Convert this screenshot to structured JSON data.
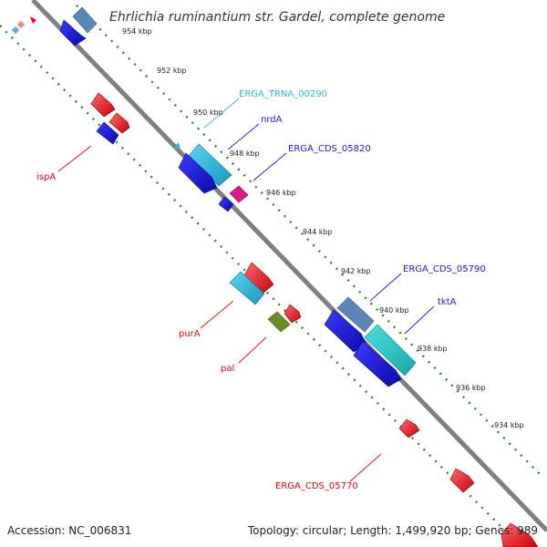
{
  "title": "Ehrlichia ruminantium str. Gardel, complete genome",
  "footer": {
    "accession": "Accession: NC_006831",
    "topology": "Topology: circular; Length: 1,499,920 bp; Genes: 989"
  },
  "colors": {
    "backbone": "#7f7f7f",
    "tick_track": "#228822",
    "red": "#e8000a",
    "blue": "#1a1ad8",
    "steel": "#5a86b8",
    "cyan": "#2ab8dc",
    "teal": "#2ac8c8",
    "olive": "#6a8c24",
    "magenta": "#e0188a"
  },
  "kbp_labels": [
    "954 kbp",
    "952 kbp",
    "950 kbp",
    "948 kbp",
    "946 kbp",
    "944 kbp",
    "942 kbp",
    "940 kbp",
    "938 kbp",
    "936 kbp",
    "934 kbp"
  ],
  "gene_labels": [
    {
      "text": "ERGA_TRNA_00290",
      "color": "#2ab8dc"
    },
    {
      "text": "nrdA",
      "color": "#1a1ad8"
    },
    {
      "text": "ERGA_CDS_05820",
      "color": "#1a1ad8"
    },
    {
      "text": "ispA",
      "color": "#e8000a"
    },
    {
      "text": "ERGA_CDS_05790",
      "color": "#1a1ad8"
    },
    {
      "text": "tktA",
      "color": "#1a1ad8"
    },
    {
      "text": "purA",
      "color": "#e8000a"
    },
    {
      "text": "pal",
      "color": "#e8000a"
    },
    {
      "text": "ERGA_CDS_05770",
      "color": "#e8000a"
    }
  ]
}
